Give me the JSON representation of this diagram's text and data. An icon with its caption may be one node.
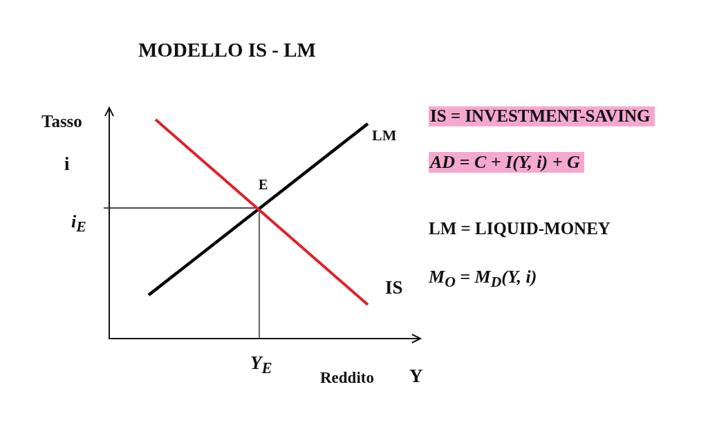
{
  "diagram": {
    "title": "MODELLO IS - LM",
    "labels": [
      "Tasso",
      "IS = INVESTMENT-SAVING",
      "LM",
      "AD = C + I(Y, i) + G",
      "i",
      "E",
      "i$_{E}$",
      "LM = LIQUID-MONEY",
      "M$_{O}$ = M$_{D}$(Y, i)",
      "IS",
      "Y$_{E}$",
      "Reddito",
      "Y"
    ]
  }
}
